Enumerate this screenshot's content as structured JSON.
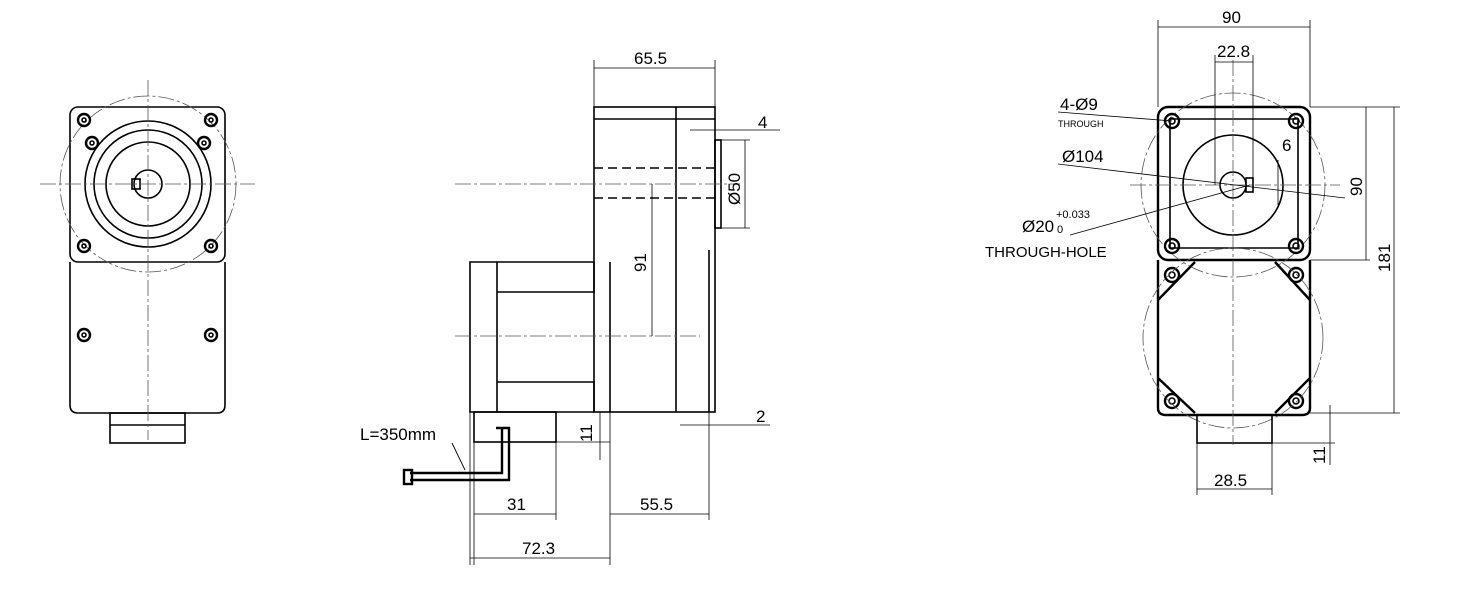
{
  "dimensions": {
    "side_depth": "65.5",
    "shaft_step": "4",
    "shaft_diameter": "Ø50",
    "shaft_offset": "91",
    "flange_gap": "2",
    "cable_length": "L=350mm",
    "motor_offset": "11",
    "connector_width": "31",
    "gearbox_depth": "55.5",
    "motor_depth": "72.3",
    "front_width": "90",
    "key_spacing": "22.8",
    "mount_holes": "4-Ø9",
    "mount_holes_note": "THROUGH",
    "key_width": "6",
    "pcd": "Ø104",
    "bore_base": "Ø20",
    "bore_upper": "+0.033",
    "bore_lower": "0",
    "bore_note": "THROUGH-HOLE",
    "front_height": "90",
    "total_height": "181",
    "terminal_width": "28.5",
    "terminal_offset": "11"
  }
}
